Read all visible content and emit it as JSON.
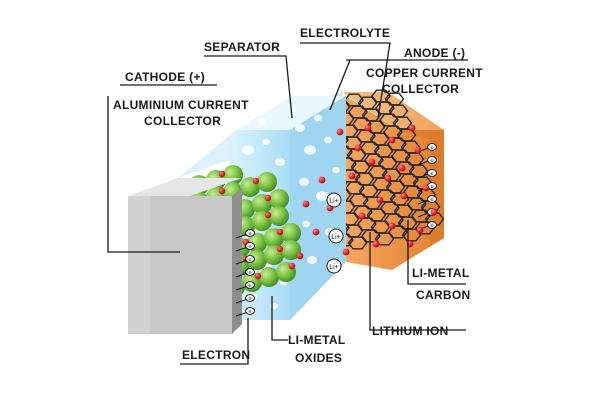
{
  "labels": {
    "separator": "SEPARATOR",
    "electrolyte": "ELECTROLYTE",
    "anode": "ANODE (-)",
    "copper_line1": "COPPER CURRENT",
    "copper_line2": "COLLECTOR",
    "cathode": "CATHODE (+)",
    "aluminium_line1": "ALUMINIUM CURRENT",
    "aluminium_line2": "COLLECTOR",
    "li_metal_carbon_line1": "LI-METAL",
    "li_metal_carbon_line2": "CARBON",
    "lithium_ion": "LITHIUM ION",
    "electron": "ELECTRON",
    "li_metal_oxides_line1": "LI-METAL",
    "li_metal_oxides_line2": "OXIDES"
  },
  "ion_symbol": "Li+",
  "electron_symbol": "e",
  "colors": {
    "collector_front": "#c9c9c9",
    "collector_side": "#9e9e9e",
    "electrolyte": "#bfe3f6",
    "separator": "#cdeeff",
    "anode": "#ef9a4d",
    "oxide_sphere": "#7cc142",
    "lithium_dot": "#e31b23",
    "graphite_lines": "#2a2a2a"
  }
}
